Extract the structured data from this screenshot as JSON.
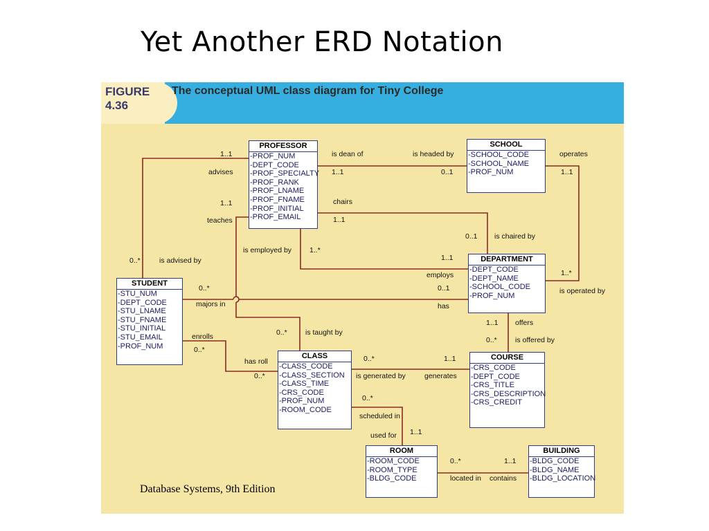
{
  "slide_title": "Yet Another ERD Notation",
  "figure": {
    "label": "FIGURE\n4.36",
    "caption": "The conceptual UML class diagram for Tiny College",
    "footer": "Database Systems, 9th Edition"
  },
  "entities": {
    "professor": {
      "name": "PROFESSOR",
      "attributes": [
        "-PROF_NUM",
        "-DEPT_CODE",
        "-PROF_SPECIALTY",
        "-PROF_RANK",
        "-PROF_LNAME",
        "-PROF_FNAME",
        "-PROF_INITIAL",
        "-PROF_EMAIL"
      ]
    },
    "school": {
      "name": "SCHOOL",
      "attributes": [
        "-SCHOOL_CODE",
        "-SCHOOL_NAME",
        "-PROF_NUM"
      ]
    },
    "department": {
      "name": "DEPARTMENT",
      "attributes": [
        "-DEPT_CODE",
        "-DEPT_NAME",
        "-SCHOOL_CODE",
        "-PROF_NUM"
      ]
    },
    "student": {
      "name": "STUDENT",
      "attributes": [
        "-STU_NUM",
        "-DEPT_CODE",
        "-STU_LNAME",
        "-STU_FNAME",
        "-STU_INITIAL",
        "-STU_EMAIL",
        "-PROF_NUM"
      ]
    },
    "class": {
      "name": "CLASS",
      "attributes": [
        "-CLASS_CODE",
        "-CLASS_SECTION",
        "-CLASS_TIME",
        "-CRS_CODE",
        "-PROF_NUM",
        "-ROOM_CODE"
      ]
    },
    "course": {
      "name": "COURSE",
      "attributes": [
        "-CRS_CODE",
        "-DEPT_CODE",
        "-CRS_TITLE",
        "-CRS_DESCRIPTION",
        "-CRS_CREDIT"
      ]
    },
    "room": {
      "name": "ROOM",
      "attributes": [
        "-ROOM_CODE",
        "-ROOM_TYPE",
        "-BLDG_CODE"
      ]
    },
    "building": {
      "name": "BUILDING",
      "attributes": [
        "-BLDG_CODE",
        "-BLDG_NAME",
        "-BLDG_LOCATION"
      ]
    }
  },
  "labels": {
    "advises_mult": "1..1",
    "advises": "advises",
    "teaches_mult": "1..1",
    "teaches": "teaches",
    "is_advised_by_mult": "0..*",
    "is_advised_by": "is advised by",
    "is_dean_of": "is dean of",
    "dean_mult": "1..1",
    "is_headed_by": "is headed by",
    "headed_mult": "0..1",
    "operates": "operates",
    "operates_mult": "1..1",
    "chairs": "chairs",
    "chairs_mult": "1..1",
    "chaired_mult": "0..1",
    "is_chaired_by": "is chaired by",
    "is_employed_by": "is employed by",
    "employed_mult": "1..*",
    "employs_mult": "1..1",
    "employs": "employs",
    "operated_mult": "1..*",
    "is_operated_by": "is operated by",
    "majors_mult": "0..*",
    "majors_in": "majors in",
    "has_mult": "0..1",
    "has": "has",
    "offers_mult": "1..1",
    "offers": "offers",
    "offered_mult": "0..*",
    "is_offered_by": "is offered by",
    "taught_mult": "0..*",
    "is_taught_by": "is taught by",
    "enrolls": "enrolls",
    "enrolls_mult": "0..*",
    "has_roll": "has roll",
    "has_roll_mult": "0..*",
    "generated_mult": "0..*",
    "is_generated_by": "is generated by",
    "generates_mult": "1..1",
    "generates": "generates",
    "scheduled_mult": "0..*",
    "scheduled_in": "scheduled in",
    "used_for": "used for",
    "used_mult": "1..1",
    "located_mult": "0..*",
    "located_in": "located in",
    "contains_mult": "1..1",
    "contains": "contains"
  }
}
